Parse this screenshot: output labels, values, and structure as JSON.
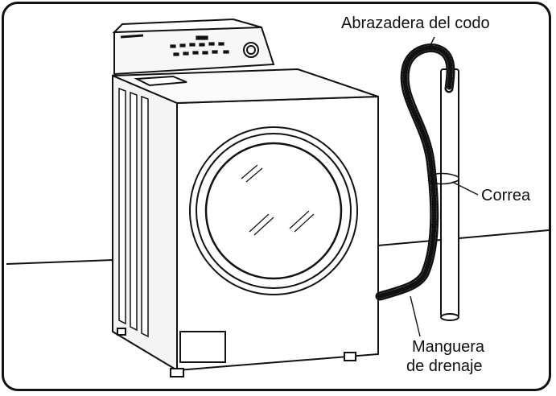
{
  "labels": {
    "elbow_clamp": "Abrazadera del codo",
    "strap": "Correa",
    "drain_hose_line1": "Manguera",
    "drain_hose_line2": "de drenaje"
  }
}
